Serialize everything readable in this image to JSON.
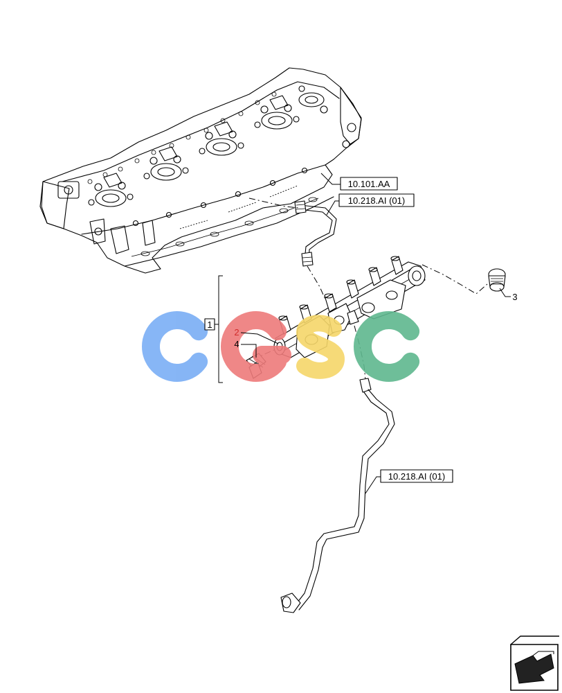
{
  "references": {
    "cylinder_head": "10.101.AA",
    "pipe_upper": "10.218.AI (01)",
    "pipe_lower": "10.218.AI (01)"
  },
  "callouts": {
    "assembly": "1",
    "item_2": "2",
    "item_3": "3",
    "item_4": "4"
  },
  "watermark": {
    "letters": [
      "C",
      "G",
      "S",
      "C"
    ],
    "colors": [
      "#7aaef5",
      "#ee7b7b",
      "#f6d76a",
      "#5fb88f"
    ]
  },
  "colors": {
    "line": "#000000",
    "callout_red": "#d12b2b"
  },
  "icons": [
    "navigation-arrow-icon"
  ]
}
